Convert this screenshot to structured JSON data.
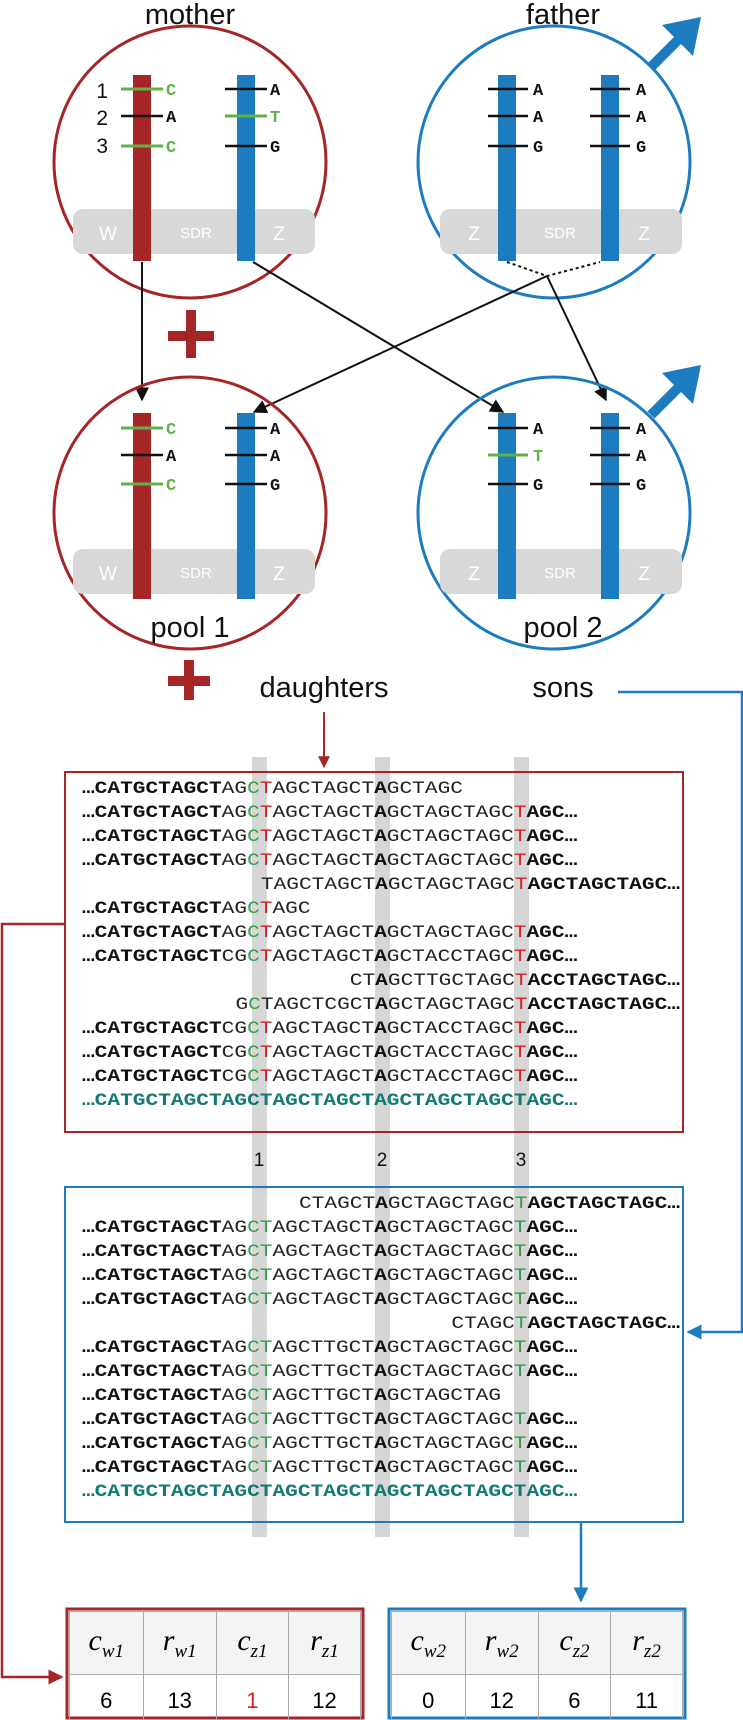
{
  "figure": {
    "mother_label": "mother",
    "father_label": "father",
    "pool1_label": "pool 1",
    "pool2_label": "pool 2",
    "daughters_label": "daughters",
    "sons_label": "sons",
    "band_w": "W",
    "band_z": "Z",
    "band_sdr": "SDR",
    "locus_numbers": [
      "1",
      "2",
      "3"
    ],
    "column_numbers": [
      "1",
      "2",
      "3"
    ],
    "mother_w_alleles": [
      "C",
      "A",
      "C"
    ],
    "mother_z_alleles": [
      "A",
      "T",
      "G"
    ],
    "father_z1_alleles": [
      "A",
      "A",
      "G"
    ],
    "father_z2_alleles": [
      "A",
      "A",
      "G"
    ],
    "pool1_w_alleles": [
      "C",
      "A",
      "C"
    ],
    "pool1_z_alleles": [
      "A",
      "A",
      "G"
    ],
    "pool2_z1_alleles": [
      "A",
      "T",
      "G"
    ],
    "pool2_z2_alleles": [
      "A",
      "A",
      "G"
    ],
    "colors": {
      "female": "#a62527",
      "male": "#1d7cc0",
      "allele_alt": "#5fb246",
      "error": "#d62020",
      "reference": "#127a73",
      "column": "#d6d6d6"
    }
  },
  "reads": {
    "daughters": [
      "…CATGCTAGCTAGCTAGCTAGCTAGCTAGC",
      "…CATGCTAGCTAGCTAGCTAGCTAGCTAGCTAGCTAGC…",
      "…CATGCTAGCTAGCTAGCTAGCTAGCTAGCTAGCTAGC…",
      "…CATGCTAGCTAGCTAGCTAGCTAGCTAGCTAGCTAGC…",
      "TAGCTAGCTAGCTAGCTAGCTAGCTAGCTAGC…",
      "…CATGCTAGCTAGCTAGC",
      "…CATGCTAGCTAGCTAGCTAGCTAGCTAGCTAGCTAGC…",
      "…CATGCTAGCTCGCTAGCTAGCTAGCTACCTAGCTAGC…",
      "CTAGCTTGCTAGCTACCTAGCTAGC…",
      "GCTAGCTCGCTAGCTAGCTAGCTACCTAGCTAGC…",
      "…CATGCTAGCTCGCTAGCTAGCTAGCTACCTAGCTAGC…",
      "…CATGCTAGCTCGCTAGCTAGCTAGCTACCTAGCTAGC…",
      "…CATGCTAGCTCGCTAGCTAGCTAGCTACCTAGCTAGC…",
      "…CATGCTAGCTAGCTAGCTAGCTAGCTAGCTAGCTAGC…"
    ],
    "sons": [
      "CTAGCTAGCTAGCTAGCTAGCTAGCTAGC…",
      "…CATGCTAGCTAGCTAGCTAGCTAGCTAGCTAGCTAGC…",
      "…CATGCTAGCTAGCTAGCTAGCTAGCTAGCTAGCTAGC…",
      "…CATGCTAGCTAGCTAGCTAGCTAGCTAGCTAGCTAGC…",
      "…CATGCTAGCTAGCTAGCTAGCTAGCTAGCTAGCTAGC…",
      "CTAGCTAGCTAGCTAGC…",
      "…CATGCTAGCTAGCTAGCTTGCTAGCTAGCTAGCTAGC…",
      "…CATGCTAGCTAGCTAGCTTGCTAGCTAGCTAGCTAGC…",
      "…CATGCTAGCTAGCTAGCTTGCTAGCTAGCTAG",
      "…CATGCTAGCTAGCTAGCTTGCTAGCTAGCTAGCTAGC…",
      "…CATGCTAGCTAGCTAGCTTGCTAGCTAGCTAGCTAGC…",
      "…CATGCTAGCTAGCTAGCTTGCTAGCTAGCTAGCTAGC…",
      "…CATGCTAGCTAGCTAGCTAGCTAGCTAGCTAGCTAGC…"
    ]
  },
  "table1": {
    "headers": [
      {
        "main": "c",
        "sub": "w1"
      },
      {
        "main": "r",
        "sub": "w1"
      },
      {
        "main": "c",
        "sub": "z1"
      },
      {
        "main": "r",
        "sub": "z1"
      }
    ],
    "values": [
      "6",
      "13",
      "1",
      "12"
    ]
  },
  "table2": {
    "headers": [
      {
        "main": "c",
        "sub": "w2"
      },
      {
        "main": "r",
        "sub": "w2"
      },
      {
        "main": "c",
        "sub": "z2"
      },
      {
        "main": "r",
        "sub": "z2"
      }
    ],
    "values": [
      "0",
      "12",
      "6",
      "11"
    ]
  }
}
